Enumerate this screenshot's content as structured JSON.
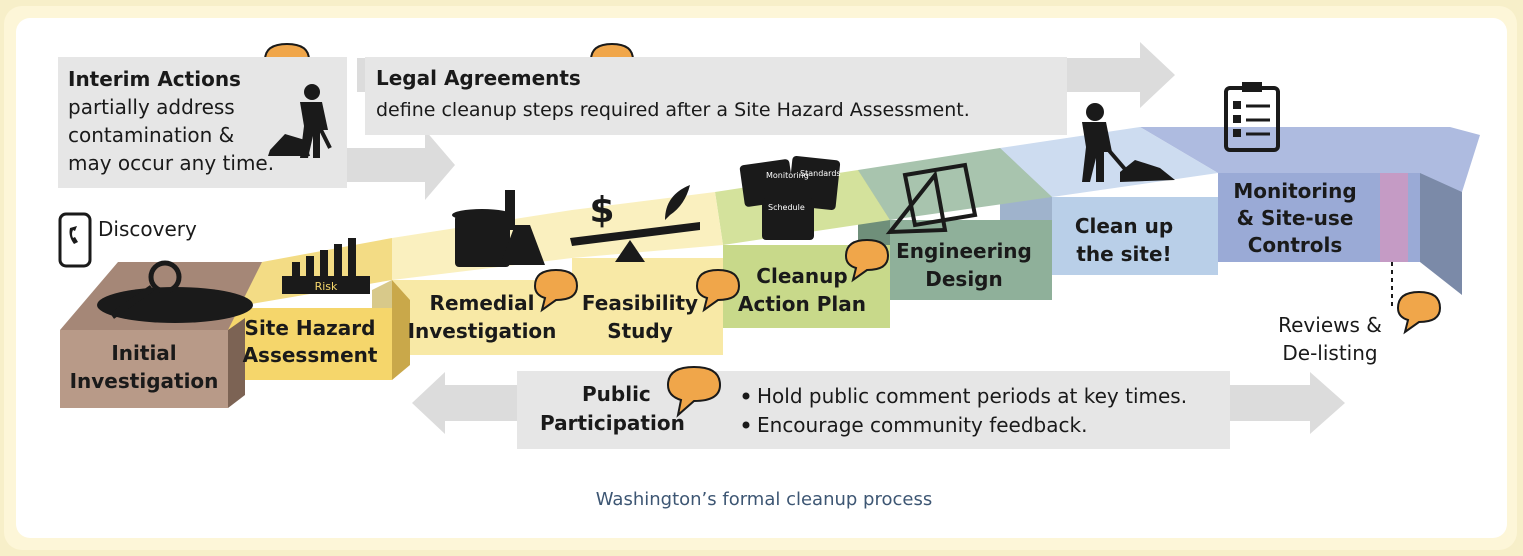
{
  "interim": {
    "title": "Interim Actions",
    "lines": [
      "partially address",
      "contamination &",
      "may occur any time."
    ]
  },
  "legal": {
    "title": "Legal Agreements",
    "line": "define cleanup steps required after a Site Hazard Assessment."
  },
  "discovery": {
    "label": "Discovery"
  },
  "steps": {
    "initial": [
      "Initial",
      "Investigation"
    ],
    "site_hazard": [
      "Site Hazard",
      "Assessment"
    ],
    "site_hazard_sign": "Risk",
    "remedial": [
      "Remedial",
      "Investigation"
    ],
    "feasibility": [
      "Feasibility",
      "Study"
    ],
    "cleanup_plan": [
      "Cleanup",
      "Action Plan"
    ],
    "cleanup_plan_docs": [
      "Monitoring",
      "Standards",
      "Schedule"
    ],
    "engineering": [
      "Engineering",
      "Design"
    ],
    "cleanup_site": [
      "Clean up",
      "the site!"
    ],
    "monitoring": [
      "Monitoring",
      "& Site-use",
      "Controls"
    ]
  },
  "reviews": {
    "lines": [
      "Reviews &",
      "De-listing"
    ]
  },
  "public": {
    "title": [
      "Public",
      "Participation"
    ],
    "bullets": [
      "Hold public comment periods at key times.",
      "Encourage community feedback."
    ]
  },
  "caption": "Washington’s formal cleanup process",
  "colors": {
    "gray_arrow": "#dcdcdc",
    "box": "#e6e6e6",
    "initial": "#b89a88",
    "site_hazard": "#f5d66b",
    "remedial": "#f8e9a6",
    "cleanup_plan": "#c8d98a",
    "engineering": "#8fb09a",
    "cleanup_site": "#b9cfe8",
    "monitoring": "#9aaad6",
    "bubble": "#f0a64a",
    "caption": "#3d5673"
  }
}
